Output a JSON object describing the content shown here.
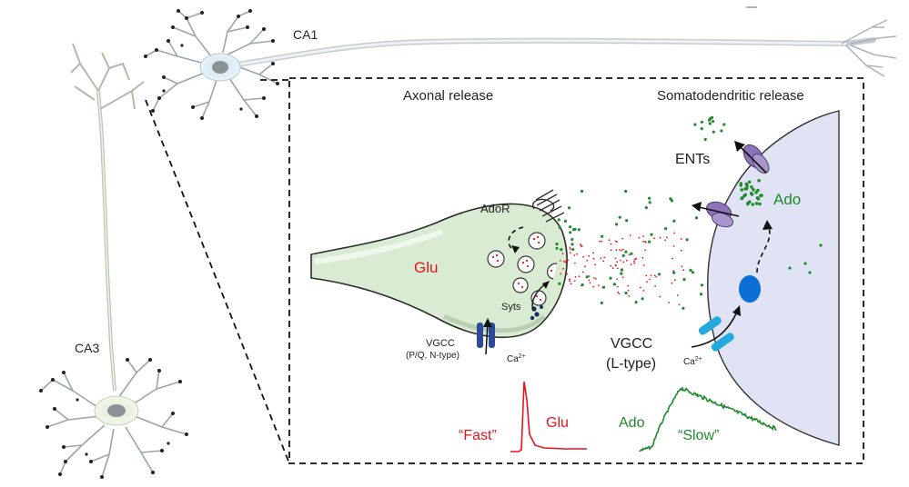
{
  "neurons": {
    "ca1_label": "CA1",
    "ca3_label": "CA3"
  },
  "panel": {
    "axonal_title": "Axonal release",
    "somatodendritic_title": "Somatodendritic release"
  },
  "labels": {
    "glu": "Glu",
    "adoR": "AdoR",
    "syts": "Syts",
    "vgcc_presyn_line1": "VGCC",
    "vgcc_presyn_line2": "(P/Q, N-type)",
    "ca_presyn": "Ca",
    "ca_presyn_sup": "2+",
    "ents": "ENTs",
    "ado": "Ado",
    "vgcc_soma_line1": "VGCC",
    "vgcc_soma_line2": "(L-type)",
    "ca_soma": "Ca",
    "ca_soma_sup": "2+"
  },
  "traces": {
    "fast_label": "“Fast”",
    "fast_glu": "Glu",
    "slow_ado": "Ado",
    "slow_label": "“Slow”"
  },
  "colors": {
    "glu_red": "#e8141b",
    "ado_green": "#1f8a2a",
    "terminal_fill": "#d9ecd3",
    "soma_fill": "#dfe3f3",
    "transporter": "#8f72b8",
    "vgcc_presyn": "#2e4a9b",
    "vgcc_soma": "#22a9de",
    "vesicle_blue": "#0a6fd6"
  }
}
